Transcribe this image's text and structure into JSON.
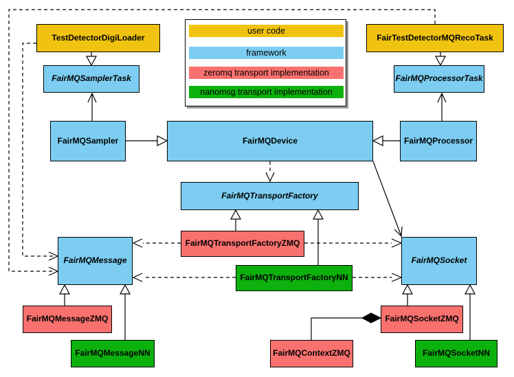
{
  "diagram": {
    "subject": "FairMQ class diagram",
    "palette": {
      "user_code": "#F0C310",
      "framework": "#7CCDF1",
      "zeromq": "#F9716E",
      "nanomsg": "#0DB10D",
      "line": "#000000",
      "background": "#FFFFFF"
    },
    "legend": {
      "items": [
        {
          "label": "user code",
          "color": "#F0C310"
        },
        {
          "label": "framework",
          "color": "#7CCDF1"
        },
        {
          "label": "zeromq transport implementation",
          "color": "#F9716E"
        },
        {
          "label": "nanomsg transport implementation",
          "color": "#0DB10D"
        }
      ]
    },
    "nodes": {
      "tddl": {
        "label": "TestDetectorDigiLoader",
        "type": "user_code",
        "abstract": false
      },
      "recoTask": {
        "label": "FairTestDetectorMQRecoTask",
        "type": "user_code",
        "abstract": false
      },
      "samplerTask": {
        "label": "FairMQSamplerTask",
        "type": "framework",
        "abstract": true
      },
      "processorTask": {
        "label": "FairMQProcessorTask",
        "type": "framework",
        "abstract": true
      },
      "sampler": {
        "label": "FairMQSampler",
        "type": "framework",
        "abstract": false
      },
      "device": {
        "label": "FairMQDevice",
        "type": "framework",
        "abstract": false
      },
      "processor": {
        "label": "FairMQProcessor",
        "type": "framework",
        "abstract": false
      },
      "transportFactory": {
        "label": "FairMQTransportFactory",
        "type": "framework",
        "abstract": true
      },
      "tfZmq": {
        "label": "FairMQTransportFactoryZMQ",
        "type": "zeromq",
        "abstract": false
      },
      "tfNn": {
        "label": "FairMQTransportFactoryNN",
        "type": "nanomsg",
        "abstract": false
      },
      "message": {
        "label": "FairMQMessage",
        "type": "framework",
        "abstract": true
      },
      "socket": {
        "label": "FairMQSocket",
        "type": "framework",
        "abstract": true
      },
      "msgZmq": {
        "label": "FairMQMessageZMQ",
        "type": "zeromq",
        "abstract": false
      },
      "msgNn": {
        "label": "FairMQMessageNN",
        "type": "nanomsg",
        "abstract": false
      },
      "sockZmq": {
        "label": "FairMQSocketZMQ",
        "type": "zeromq",
        "abstract": false
      },
      "sockNn": {
        "label": "FairMQSocketNN",
        "type": "nanomsg",
        "abstract": false
      },
      "ctxZmq": {
        "label": "FairMQContextZMQ",
        "type": "zeromq",
        "abstract": false
      }
    },
    "edges": [
      {
        "from": "TestDetectorDigiLoader",
        "to": "FairMQSamplerTask",
        "kind": "inheritance-triangle",
        "line": "solid"
      },
      {
        "from": "FairTestDetectorMQRecoTask",
        "to": "FairMQProcessorTask",
        "kind": "inheritance-triangle",
        "line": "solid"
      },
      {
        "from": "FairMQSampler",
        "to": "FairMQSamplerTask",
        "kind": "open-arrow",
        "line": "solid"
      },
      {
        "from": "FairMQProcessor",
        "to": "FairMQProcessorTask",
        "kind": "open-arrow",
        "line": "solid"
      },
      {
        "from": "FairMQSampler",
        "to": "FairMQDevice",
        "kind": "inheritance-triangle",
        "line": "solid"
      },
      {
        "from": "FairMQProcessor",
        "to": "FairMQDevice",
        "kind": "inheritance-triangle",
        "line": "solid"
      },
      {
        "from": "FairMQDevice",
        "to": "FairMQTransportFactory",
        "kind": "open-arrow",
        "line": "dashed"
      },
      {
        "from": "FairMQDevice",
        "to": "FairMQSocket",
        "kind": "open-arrow",
        "line": "solid"
      },
      {
        "from": "TestDetectorDigiLoader",
        "to": "FairMQMessage",
        "kind": "open-arrow",
        "line": "dashed"
      },
      {
        "from": "FairTestDetectorMQRecoTask",
        "to": "FairMQMessage",
        "kind": "open-arrow",
        "line": "dashed"
      },
      {
        "from": "FairMQTransportFactoryZMQ",
        "to": "FairMQTransportFactory",
        "kind": "inheritance-triangle",
        "line": "solid"
      },
      {
        "from": "FairMQTransportFactoryNN",
        "to": "FairMQTransportFactory",
        "kind": "inheritance-triangle",
        "line": "solid"
      },
      {
        "from": "FairMQTransportFactoryZMQ",
        "to": "FairMQMessage",
        "kind": "open-arrow",
        "line": "dashed"
      },
      {
        "from": "FairMQTransportFactoryZMQ",
        "to": "FairMQSocket",
        "kind": "open-arrow",
        "line": "dashed"
      },
      {
        "from": "FairMQTransportFactoryNN",
        "to": "FairMQMessage",
        "kind": "open-arrow",
        "line": "dashed"
      },
      {
        "from": "FairMQTransportFactoryNN",
        "to": "FairMQSocket",
        "kind": "open-arrow",
        "line": "dashed"
      },
      {
        "from": "FairMQMessageZMQ",
        "to": "FairMQMessage",
        "kind": "inheritance-triangle",
        "line": "solid"
      },
      {
        "from": "FairMQMessageNN",
        "to": "FairMQMessage",
        "kind": "inheritance-triangle",
        "line": "solid"
      },
      {
        "from": "FairMQSocketZMQ",
        "to": "FairMQSocket",
        "kind": "inheritance-triangle",
        "line": "solid"
      },
      {
        "from": "FairMQSocketNN",
        "to": "FairMQSocket",
        "kind": "inheritance-triangle",
        "line": "solid"
      },
      {
        "from": "FairMQContextZMQ",
        "to": "FairMQSocketZMQ",
        "kind": "composition-diamond",
        "line": "solid"
      }
    ]
  }
}
